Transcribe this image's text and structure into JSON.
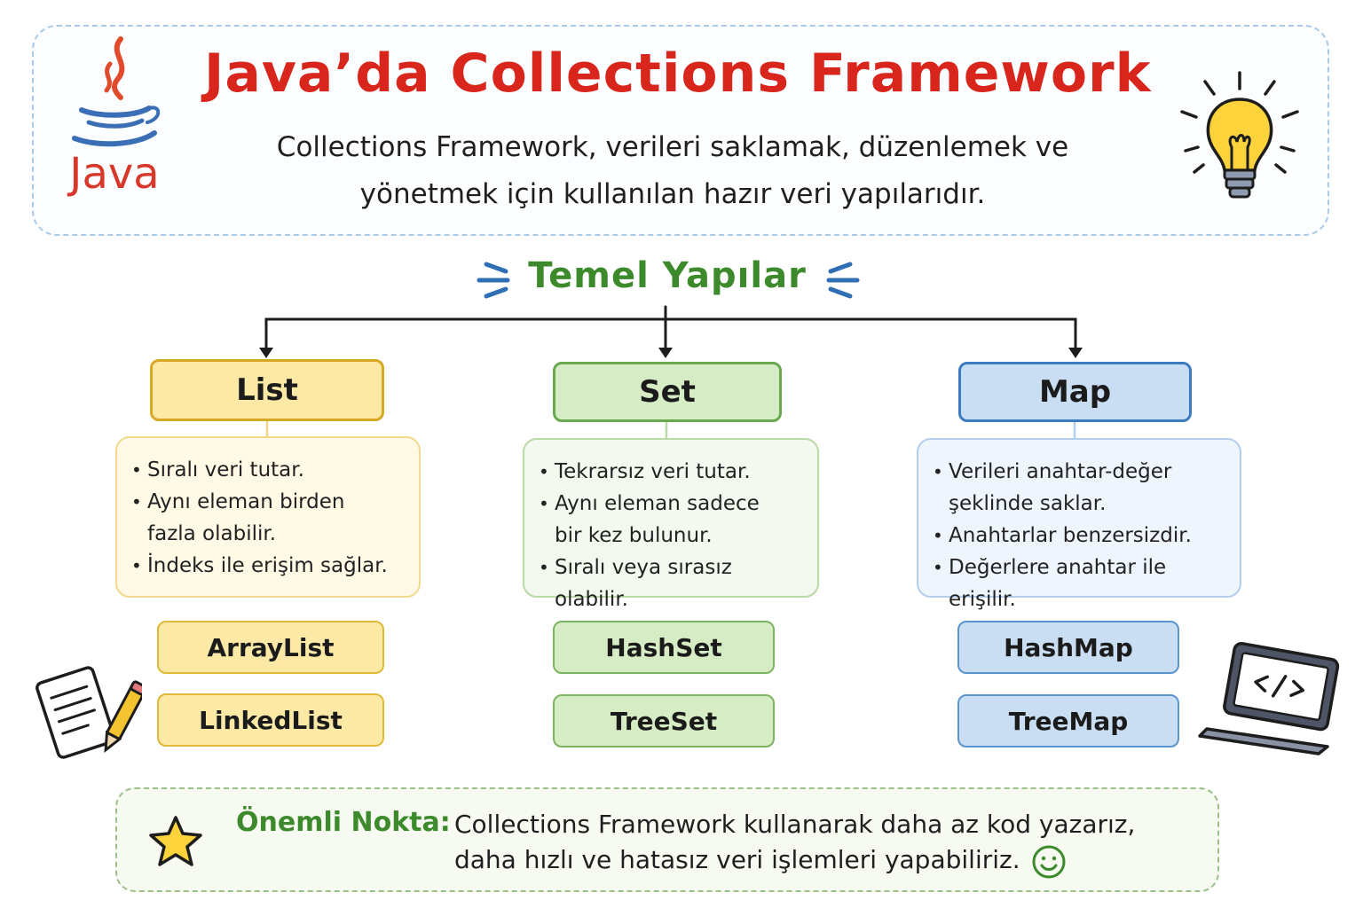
{
  "header": {
    "title": "Java’da Collections Framework",
    "subtitle_line1": "Collections Framework, verileri saklamak, düzenlemek ve",
    "subtitle_line2": "yönetmek için kullanılan hazır veri yapılarıdır.",
    "logo_text": "Java"
  },
  "section": {
    "title": "Temel Yapılar"
  },
  "categories": [
    {
      "name": "List",
      "bullets": [
        "Sıralı veri tutar.",
        "Aynı eleman birden\nfazla olabilir.",
        "İndeks ile erişim sağlar."
      ],
      "implementations": [
        "ArrayList",
        "LinkedList"
      ],
      "color_fill": "#fde9a6",
      "color_border": "#d6a824",
      "color_light": "#fff9e6",
      "color_light_border": "#f2d98c"
    },
    {
      "name": "Set",
      "bullets": [
        "Tekrarsız veri tutar.",
        "Aynı eleman sadece\nbir kez bulunur.",
        "Sıralı veya sırasız olabilir."
      ],
      "implementations": [
        "HashSet",
        "TreeSet"
      ],
      "color_fill": "#d6ecc5",
      "color_border": "#6aa84f",
      "color_light": "#f3f9ee",
      "color_light_border": "#b9d9a6"
    },
    {
      "name": "Map",
      "bullets": [
        "Verileri anahtar-değer\nşeklinde saklar.",
        "Anahtarlar benzersizdir.",
        "Değerlere anahtar ile erişilir."
      ],
      "implementations": [
        "HashMap",
        "TreeMap"
      ],
      "color_fill": "#c9def3",
      "color_border": "#3b7bbf",
      "color_light": "#eef5fc",
      "color_light_border": "#b3cfeb"
    }
  ],
  "note": {
    "label": "Önemli Nokta:",
    "line1": "Collections Framework kullanarak daha az kod yazarız,",
    "line2": "daha hızlı ve hatasız veri işlemleri yapabiliriz."
  },
  "icons": [
    "java-logo-icon",
    "lightbulb-icon",
    "notepad-pencil-icon",
    "laptop-code-icon",
    "star-icon",
    "smiley-icon"
  ],
  "colors": {
    "title_red": "#d8261c",
    "section_green": "#3d8a2c",
    "header_border": "#a9c9e8",
    "note_border": "#9cc08a"
  }
}
